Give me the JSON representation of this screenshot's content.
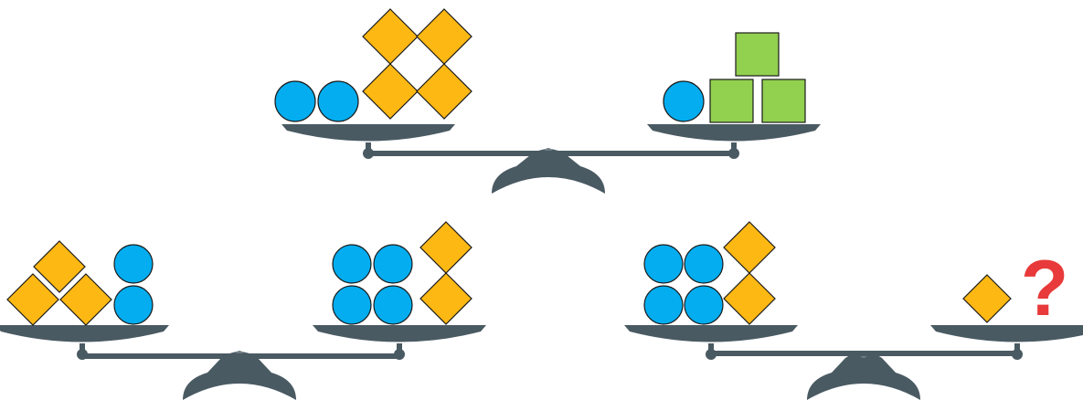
{
  "colors": {
    "circle": "#03adef",
    "diamond": "#fdb813",
    "square": "#92d050",
    "scale": "#4a5a63",
    "question_mark": "#e83a3a",
    "outline": "#1a1a1a"
  },
  "scales": [
    {
      "id": "top",
      "balanced": true,
      "left_pan": {
        "circles": 2,
        "diamonds": 4,
        "squares": 0
      },
      "right_pan": {
        "circles": 1,
        "diamonds": 0,
        "squares": 3
      }
    },
    {
      "id": "bottom-left",
      "balanced": true,
      "left_pan": {
        "circles": 2,
        "diamonds": 3,
        "squares": 0
      },
      "right_pan": {
        "circles": 4,
        "diamonds": 2,
        "squares": 0
      }
    },
    {
      "id": "bottom-right",
      "balanced": true,
      "left_pan": {
        "circles": 4,
        "diamonds": 2,
        "squares": 0
      },
      "right_pan": {
        "circles": 0,
        "diamonds": 1,
        "squares": 0,
        "unknown": true
      }
    }
  ],
  "question": {
    "symbol": "?"
  }
}
